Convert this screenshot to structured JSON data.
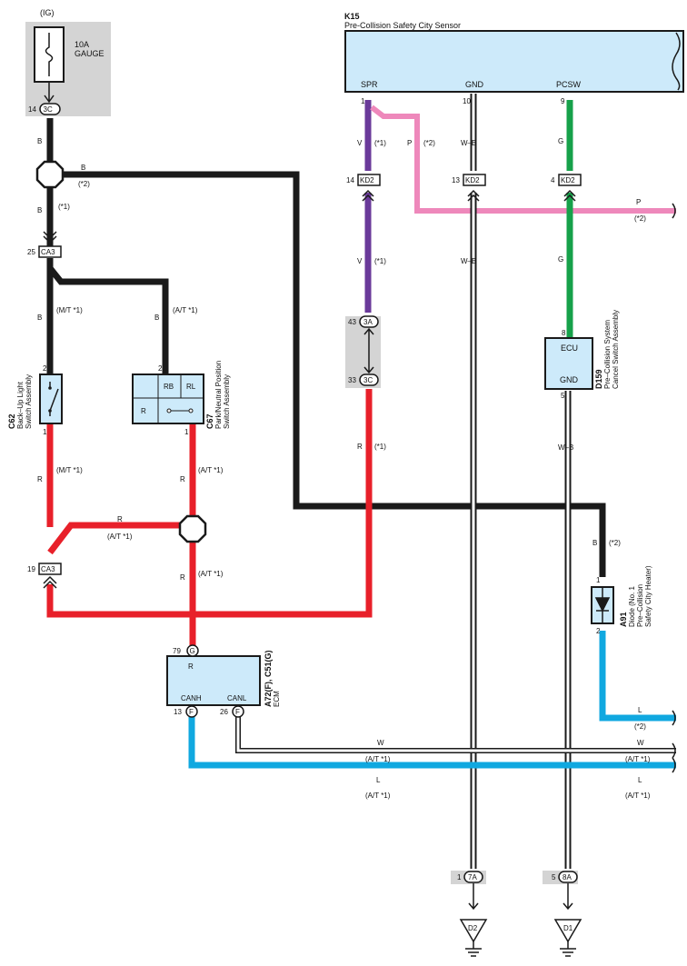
{
  "power": {
    "source": "(IG)",
    "fuse_line1": "10A",
    "fuse_line2": "GAUGE",
    "pin": "14",
    "conn": "3C"
  },
  "sensor": {
    "id": "K15",
    "name": "Pre-Collision Safety City Sensor",
    "spr": "SPR",
    "gnd": "GND",
    "pcsw": "PCSW",
    "pin_spr": "1",
    "pin_gnd": "10",
    "pin_pcsw": "9"
  },
  "wires": {
    "b": "B",
    "r": "R",
    "v": "V",
    "p": "P",
    "g": "G",
    "wb": "W–B",
    "l": "L",
    "w": "W",
    "n1": "(*1)",
    "n2": "(*2)",
    "mt1": "(M/T *1)",
    "at1": "(A/T *1)",
    "at1_par": "(A/T *1)"
  },
  "connectors": {
    "kd2": "KD2",
    "kd2_spr_pin": "14",
    "kd2_gnd_pin": "13",
    "kd2_pcsw_pin": "4",
    "ca3": "CA3",
    "ca3_top_pin": "25",
    "ca3_bot_pin": "19",
    "c3a": "3A",
    "c3a_pin": "43",
    "c3c": "3C",
    "c3c_pin": "33",
    "c7a": "7A",
    "c7a_pin": "1",
    "c8a": "8A",
    "c8a_pin": "5",
    "ecm_g": "G",
    "ecm_g_pin": "79",
    "ecm_f": "F",
    "ecm_canh_pin": "13",
    "ecm_canl_pin": "26"
  },
  "c62": {
    "id": "C62",
    "line1": "Back–Up Light",
    "line2": "Switch Assembly",
    "pin_top": "2",
    "pin_bot": "1"
  },
  "c67": {
    "id": "C67",
    "line1": "Park/Neutral Position",
    "line2": "Switch Assembly",
    "rb": "RB",
    "rl": "RL",
    "r": "R",
    "pin_top": "2",
    "pin_bot": "1"
  },
  "d159": {
    "id": "D159",
    "line1": "Pre–Collision System",
    "line2": "Cancel Switch Assembly",
    "ecu": "ECU",
    "gnd": "GND",
    "pin_top": "8",
    "pin_bot": "5"
  },
  "a91": {
    "id": "A91",
    "line1": "Diode (No. 1",
    "line2": "Pre–Collision",
    "line3": "Safety City Heater)",
    "pin_top": "1",
    "pin_bot": "2"
  },
  "ecm": {
    "id": "A72(F), C51(G)",
    "name": "ECM",
    "canh": "CANH",
    "canl": "CANL",
    "r": "R"
  },
  "grounds": {
    "d2": "D2",
    "d1": "D1"
  },
  "colors": {
    "black": "#1a1a1a",
    "red": "#e8202a",
    "violet": "#6a3a9a",
    "pink": "#ee88bb",
    "green": "#16a14a",
    "blue": "#10a8e0",
    "component": "#cdeafa",
    "shade": "#d4d4d4"
  }
}
